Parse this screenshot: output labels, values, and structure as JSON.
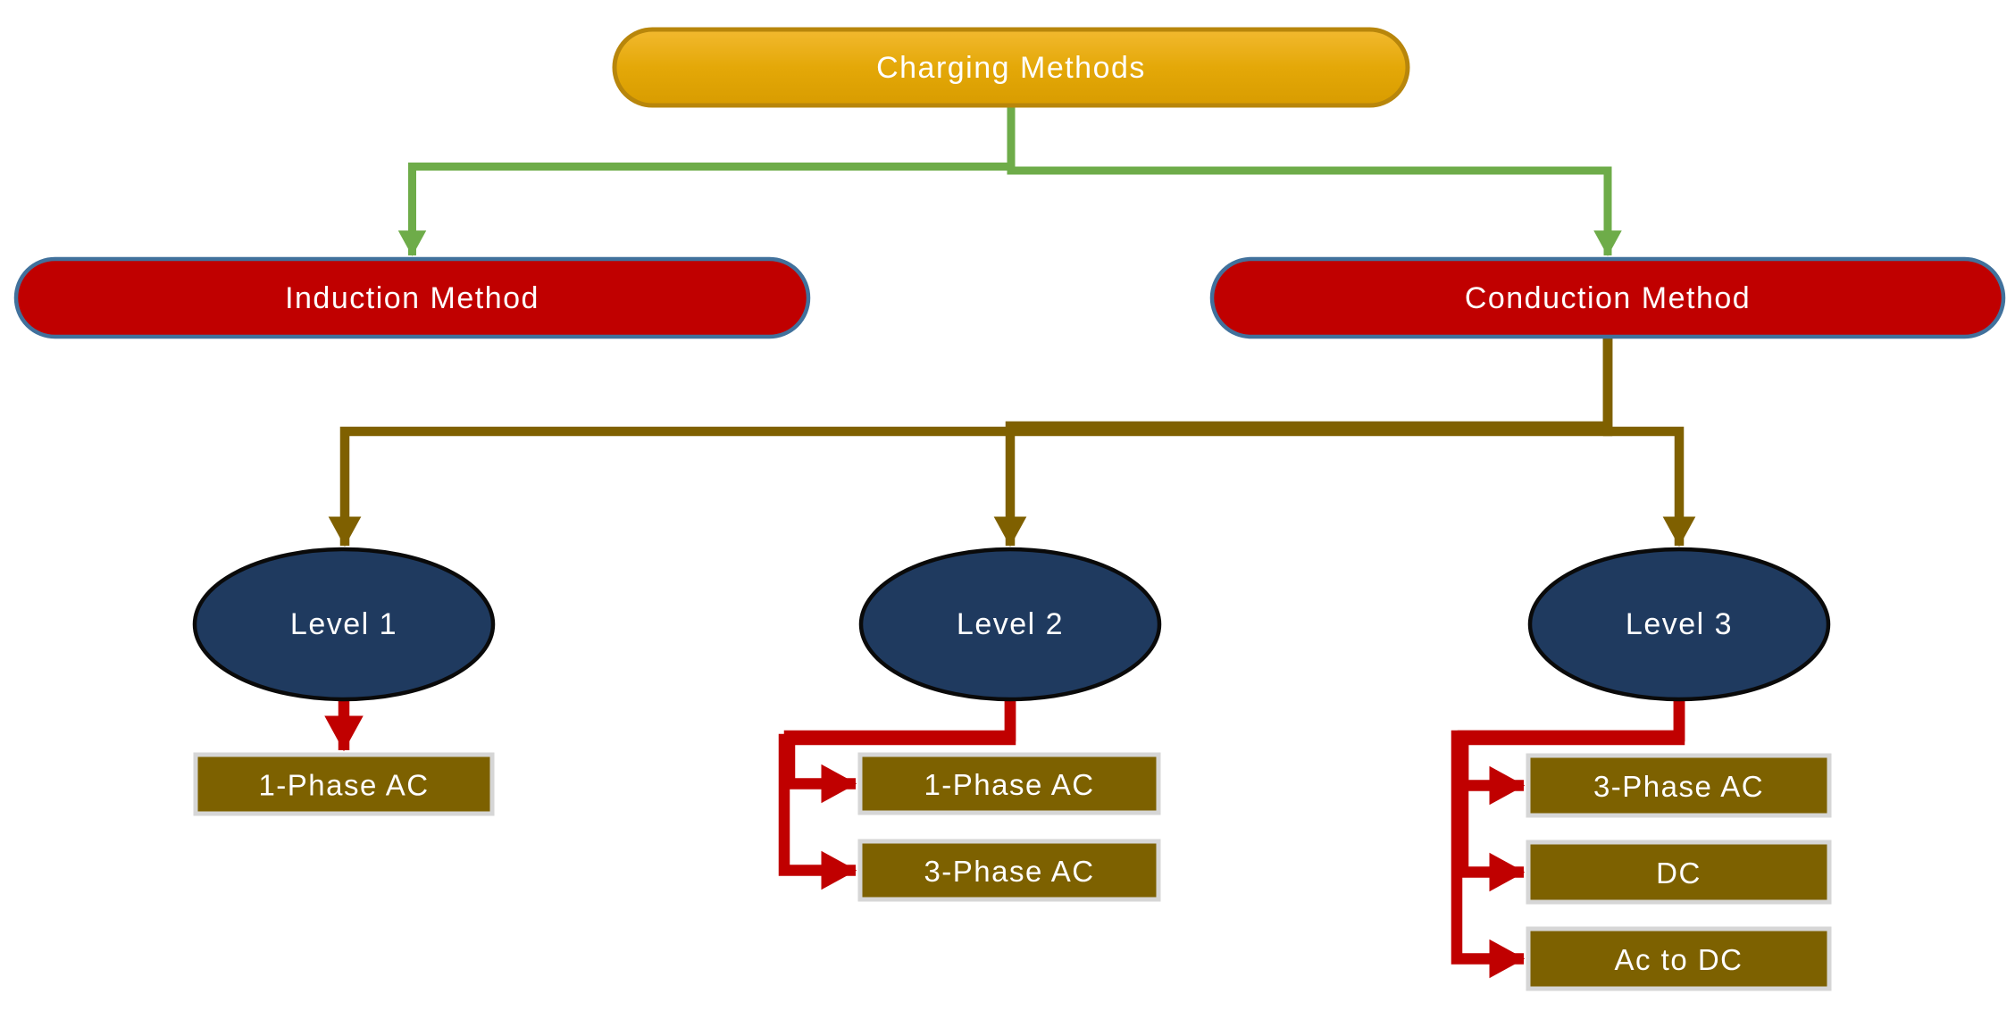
{
  "diagram": {
    "type": "flowchart",
    "root": {
      "label": "Charging Methods"
    },
    "methods": [
      {
        "label": "Induction Method"
      },
      {
        "label": "Conduction Method"
      }
    ],
    "levels": [
      {
        "label": "Level 1",
        "outputs": [
          "1-Phase AC"
        ]
      },
      {
        "label": "Level 2",
        "outputs": [
          "1-Phase AC",
          "3-Phase AC"
        ]
      },
      {
        "label": "Level 3",
        "outputs": [
          "3-Phase AC",
          "DC",
          "Ac to DC"
        ]
      }
    ],
    "colors": {
      "root_fill_top": "#F2B92F",
      "root_fill_bottom": "#D89C00",
      "root_border": "#B8860B",
      "method_fill": "#C00000",
      "method_border": "#41719C",
      "level_fill": "#1F3A5F",
      "level_border": "#0A0A0A",
      "output_fill": "#7D6100",
      "output_border": "#D6D6D6",
      "connector_root_to_methods": "#6EAC49",
      "connector_method_to_levels": "#7F6000",
      "connector_level_to_outputs": "#C00000",
      "text": "#FFFFFF",
      "background": "#FFFFFF"
    }
  }
}
